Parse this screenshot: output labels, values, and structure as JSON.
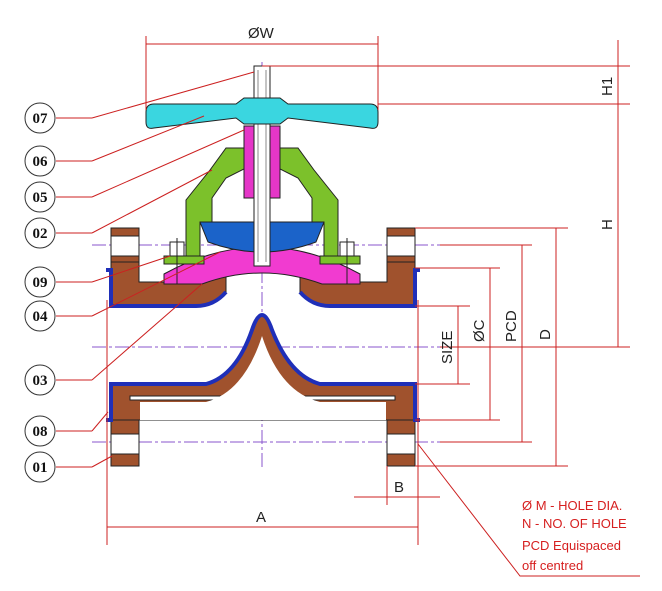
{
  "dimensions": {
    "w": "ØW",
    "h1": "H1",
    "h": "H",
    "size": "SIZE",
    "c": "ØC",
    "pcd": "PCD",
    "d": "D",
    "a": "A",
    "b": "B"
  },
  "balloons": [
    "07",
    "06",
    "05",
    "02",
    "09",
    "04",
    "03",
    "08",
    "01"
  ],
  "note": {
    "line1": "Ø M - HOLE DIA.",
    "line2": "N - NO. OF HOLE",
    "line3": "PCD Equispaced",
    "line4": "off  centred"
  },
  "colors": {
    "handwheel": "#3ad6e0",
    "bonnet": "#7cc12b",
    "spindle": "#e536c8",
    "diaphragm": "#f13bd0",
    "compressor": "#1b63c9",
    "lining": "#1f2fb8",
    "body": "#a0522d",
    "dimension": "#cc2020",
    "centreline": "#8855cc"
  }
}
